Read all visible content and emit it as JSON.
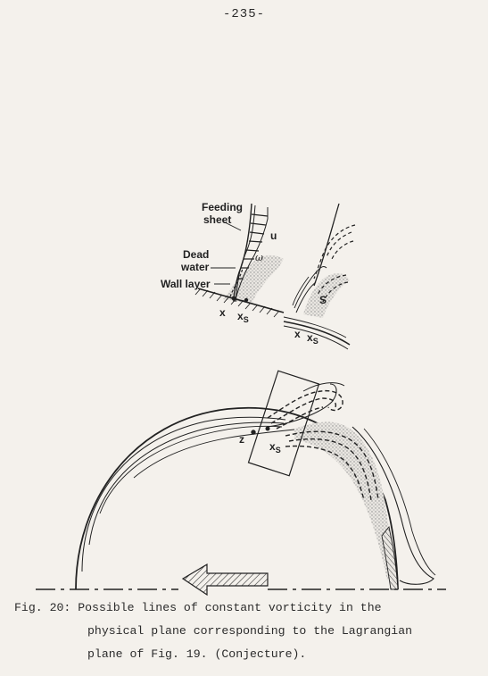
{
  "page": {
    "number": "-235-"
  },
  "figure": {
    "labels": {
      "feeding_sheet_line1": "Feeding",
      "feeding_sheet_line2": "sheet",
      "dead_water_line1": "Dead",
      "dead_water_line2": "water",
      "wall_layer": "Wall layer",
      "u": "u",
      "omega": "ω",
      "x_left": "x",
      "xs_left_main": "x",
      "xs_left_sub": "S",
      "x_right": "x",
      "xs_right_main": "x",
      "xs_right_sub": "S",
      "s_right": "S",
      "z_main": "z",
      "xs_main_main": "x",
      "xs_main_sub": "S"
    }
  },
  "caption": {
    "line1": "Fig. 20: Possible lines of constant vorticity in the",
    "line2": "physical plane corresponding to the Lagrangian",
    "line3": "plane of Fig. 19. (Conjecture)."
  }
}
